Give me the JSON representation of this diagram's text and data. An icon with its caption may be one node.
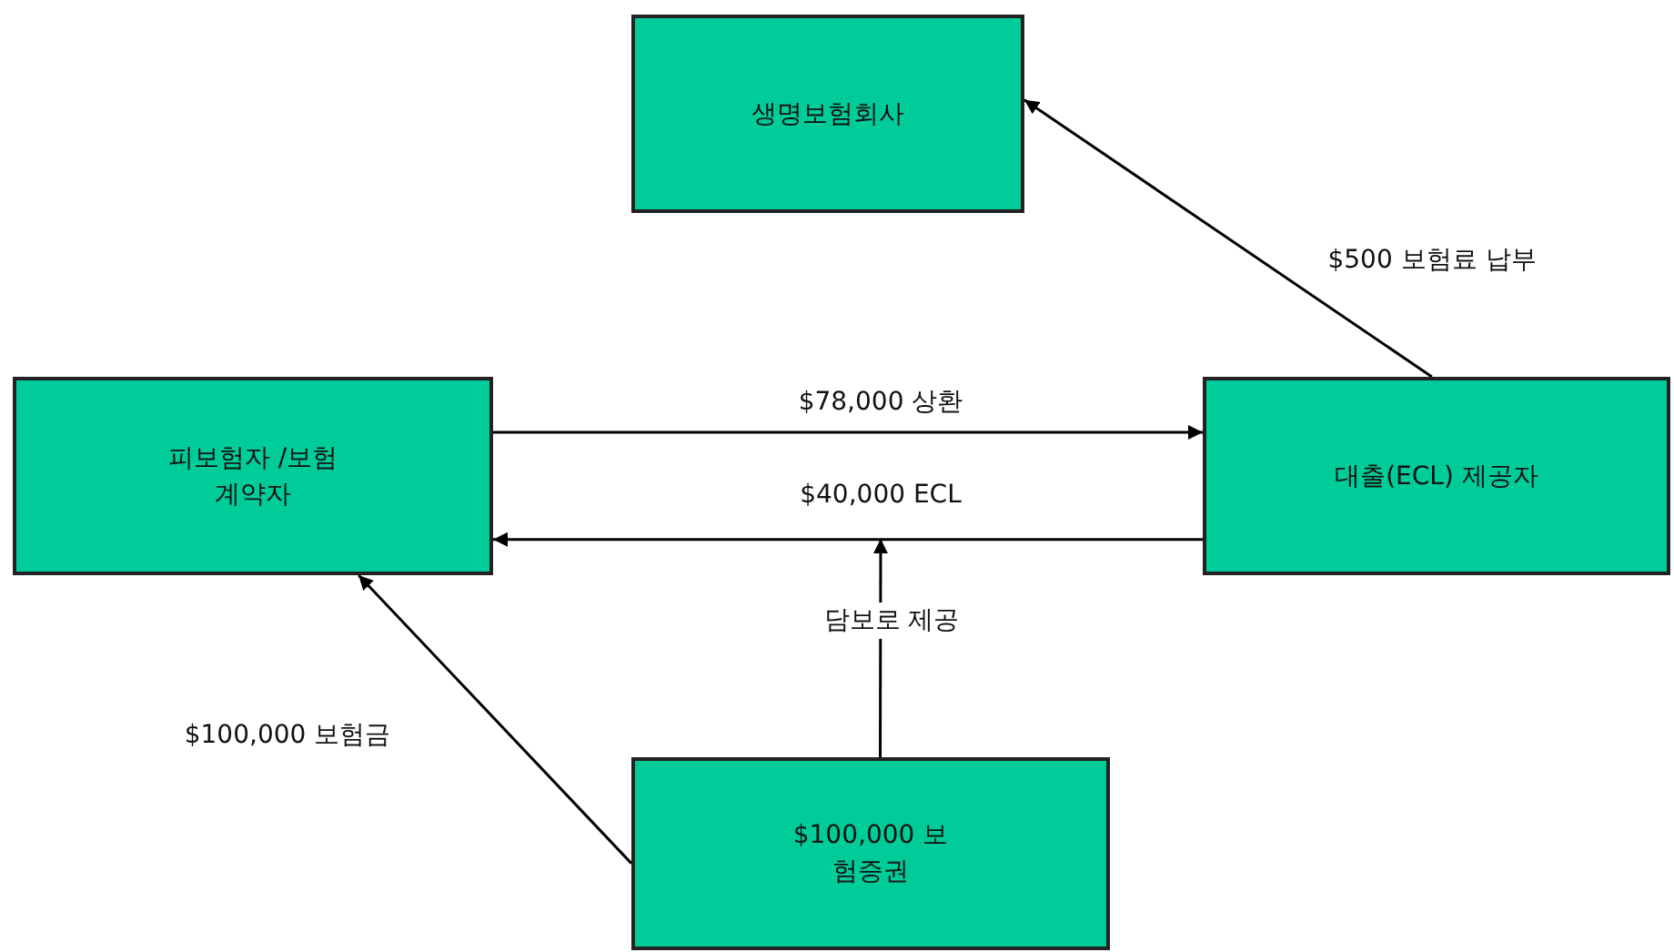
{
  "diagram": {
    "nodes": [
      {
        "text": [
          "생명보험회사"
        ]
      },
      {
        "text": [
          "피보험자 /보험계약자"
        ]
      },
      {
        "text": [
          "대출(ECL) 제공자"
        ]
      },
      {
        "text": [
          "$100,000 보험증권"
        ]
      }
    ],
    "edges": [
      {
        "from": 2,
        "to": 0,
        "arrow": "to",
        "label": "$500 보험료 납부"
      },
      {
        "from": 1,
        "to": 2,
        "arrow": "to",
        "label": "$78,000 상환"
      },
      {
        "from": 2,
        "to": 1,
        "arrow": "to",
        "label": "$40,000 ECL"
      },
      {
        "from": 3,
        "to": null,
        "arrow": "to",
        "label": "담보로 제공"
      },
      {
        "from": 3,
        "to": 1,
        "arrow": "to",
        "label": "$100,000 보험금"
      }
    ]
  }
}
